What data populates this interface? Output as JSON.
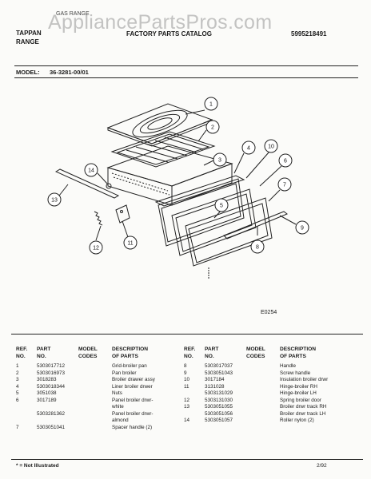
{
  "header": {
    "small_title": "GAS RANGE",
    "brand_line1": "TAPPAN",
    "brand_line2": "RANGE",
    "catalog_title": "FACTORY PARTS CATALOG",
    "catalog_number": "5995218491",
    "watermark": "AppliancePartsPros.com"
  },
  "model": {
    "label": "MODEL:",
    "value": "36-3281-00/01"
  },
  "diagram": {
    "callouts": [
      "1",
      "2",
      "3",
      "4",
      "5",
      "6",
      "7",
      "8",
      "9",
      "10",
      "11",
      "12",
      "13",
      "14"
    ],
    "code": "E0254"
  },
  "table_headers": {
    "ref": [
      "REF.",
      "NO."
    ],
    "part": [
      "PART",
      "NO."
    ],
    "model": [
      "MODEL",
      "CODES"
    ],
    "desc": [
      "DESCRIPTION",
      "OF PARTS"
    ]
  },
  "left_parts": [
    {
      "ref": "1",
      "part": "5303017712",
      "desc": "Grid-broiler pan"
    },
    {
      "ref": "2",
      "part": "5303016973",
      "desc": "Pan broiler"
    },
    {
      "ref": "3",
      "part": "3018283",
      "desc": "Broiler drawer assy"
    },
    {
      "ref": "4",
      "part": "5303018344",
      "desc": "Liner broiler drwer"
    },
    {
      "ref": "5",
      "part": "3051038",
      "desc": "Nuts"
    },
    {
      "ref": "6",
      "part": "3017189",
      "desc": "Panel broiler drwr-"
    },
    {
      "ref": "",
      "part": "",
      "desc": "white"
    },
    {
      "ref": "",
      "part": "5303281362",
      "desc": "Panel broiler drwr-"
    },
    {
      "ref": "",
      "part": "",
      "desc": "almond"
    },
    {
      "ref": "7",
      "part": "5303051041",
      "desc": "Spacer handle (2)"
    }
  ],
  "right_parts": [
    {
      "ref": "8",
      "part": "5303017037",
      "desc": "Handle"
    },
    {
      "ref": "9",
      "part": "5303051043",
      "desc": "Screw handle"
    },
    {
      "ref": "10",
      "part": "3017184",
      "desc": "Insulation broiler drwr"
    },
    {
      "ref": "11",
      "part": "3131028",
      "desc": "Hinge-broiler RH"
    },
    {
      "ref": "",
      "part": "5303131029",
      "desc": "Hinge-broiler LH"
    },
    {
      "ref": "12",
      "part": "5303131030",
      "desc": "Spring broiler door"
    },
    {
      "ref": "13",
      "part": "5303051055",
      "desc": "Broiler drwr track RH"
    },
    {
      "ref": "",
      "part": "5303051056",
      "desc": "Broiler drwr track LH"
    },
    {
      "ref": "14",
      "part": "5303051057",
      "desc": "Roller nylon (2)"
    }
  ],
  "footer": {
    "note": "* = Not Illustrated",
    "date": "2/92"
  }
}
